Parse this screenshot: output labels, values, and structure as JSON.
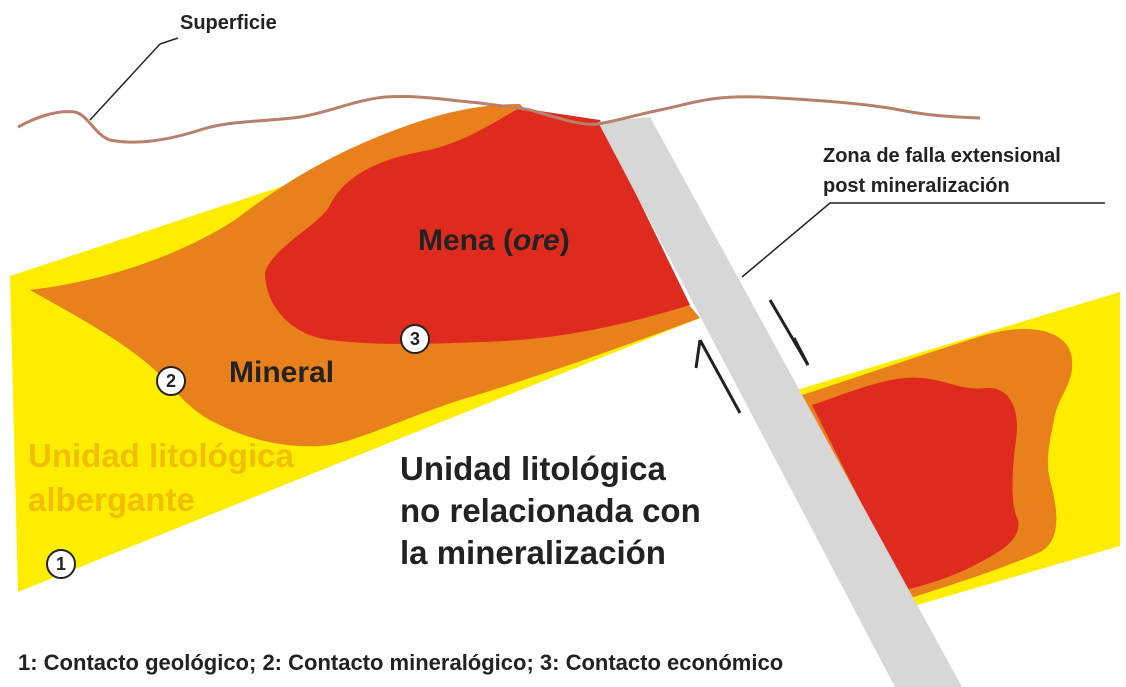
{
  "labels": {
    "surface": "Superficie",
    "fault_line1": "Zona de falla extensional",
    "fault_line2": "post mineralización",
    "ore_prefix": "Mena (",
    "ore_italic": "ore",
    "ore_suffix": ")",
    "mineral": "Mineral",
    "host_line1": "Unidad litológica",
    "host_line2": "albergante",
    "unrelated_line1": "Unidad litológica",
    "unrelated_line2": "no relacionada con",
    "unrelated_line3": "la mineralización",
    "footer": "1: Contacto geológico; 2: Contacto mineralógico; 3: Contacto económico"
  },
  "markers": {
    "m1": "1",
    "m2": "2",
    "m3": "3"
  },
  "colors": {
    "host_unit": "#ffed00",
    "mineral": "#e8801c",
    "ore": "#df2a1e",
    "fault_zone": "#d7d7d7",
    "surface_line": "#b7806b",
    "label_text": "#222222"
  }
}
